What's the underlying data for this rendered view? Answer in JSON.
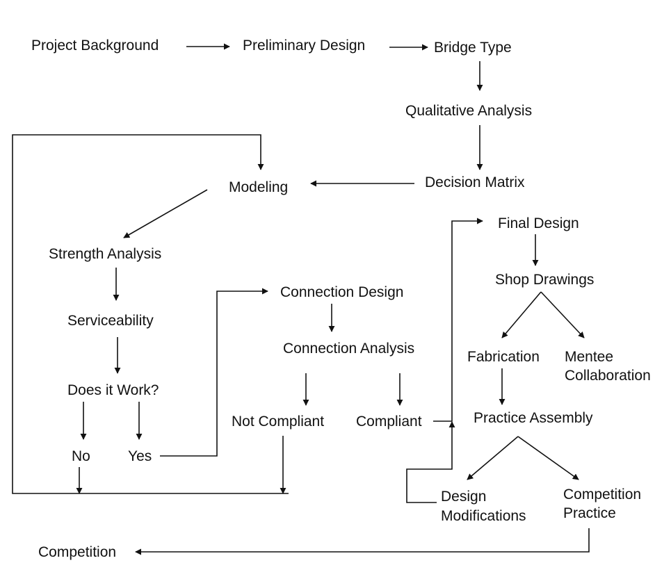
{
  "colors": {
    "ink": "#111111",
    "background": "#ffffff"
  },
  "nodes": {
    "project_background": "Project Background",
    "preliminary_design": "Preliminary Design",
    "bridge_type": "Bridge Type",
    "qualitative_analysis": "Qualitative Analysis",
    "decision_matrix": "Decision Matrix",
    "modeling": "Modeling",
    "strength_analysis": "Strength Analysis",
    "serviceability": "Serviceability",
    "does_it_work": "Does it Work?",
    "no": "No",
    "yes": "Yes",
    "connection_design": "Connection Design",
    "connection_analysis": "Connection Analysis",
    "not_compliant": "Not Compliant",
    "compliant": "Compliant",
    "final_design": "Final Design",
    "shop_drawings": "Shop Drawings",
    "fabrication": "Fabrication",
    "mentee_collaboration_1": "Mentee",
    "mentee_collaboration_2": "Collaboration",
    "practice_assembly": "Practice Assembly",
    "design_modifications_1": "Design",
    "design_modifications_2": "Modifications",
    "competition_practice_1": "Competition",
    "competition_practice_2": "Practice",
    "competition": "Competition"
  }
}
